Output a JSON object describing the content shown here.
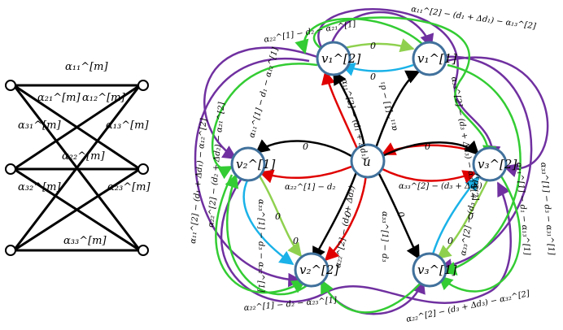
{
  "colors": {
    "black": "#000000",
    "red": "#e00000",
    "green": "#33cc33",
    "lightgreen": "#8fd14f",
    "blue": "#1ab2e8",
    "purple": "#7030a0",
    "node_stroke": "#41719c"
  },
  "bipartite": {
    "labels": {
      "a11": "α₁₁^[m]",
      "a21": "α₂₁^[m]",
      "a12": "α₁₂^[m]",
      "a31": "α₃₁^[m]",
      "a13": "α₁₃^[m]",
      "a22": "α₂₂^[m]",
      "a32": "α₃₂^[m]",
      "a23": "α₂₃^[m]",
      "a33": "α₃₃^[m]"
    }
  },
  "graph": {
    "nodes": {
      "u": "u",
      "v1_2": "v₁^[2]",
      "v1_1": "v₁^[1]",
      "v2_1": "v₂^[1]",
      "v3_2": "v₃^[2]",
      "v2_2": "v₂^[2]",
      "v3_1": "v₃^[1]"
    },
    "edge_labels": {
      "zero": "0",
      "top_green": "α₂₂^[1] − d₂ − α₂₁^[1]",
      "top_purple": "α₁₁^[2] − (d₁ + Δd₁) − α₁₃^[2]",
      "left_purple": "α₁₁^[2] − (d₁ + Δd₁) − α₁₂^[2]",
      "left_green": "α₂₂^[2] − (d₂ + Δd₂) − α₂₁^[2]",
      "left_inner": "α₁₁^[1] − d₁ − α₁₂^[1]",
      "u_v1_red": "α₁₁^[2] − (d₁ + Δd₁)",
      "u_v1_black": "α₁₁^[1] − d₁",
      "right_green": "α₃₃^[2] − (d₃ + Δd₃) − α₃₂^[2]",
      "right_inner": "α₁₁^[1] − d₁ − α₁₃^[1]",
      "right_purple": "α₃₃^[1] − d₃ − α₃₁^[1]",
      "u_v2_red": "α₂₂^[1] − d₂",
      "u_v3_red": "α₃₃^[2] − (d₃ + Δd₃)",
      "left_blue": "α₃₃^[1] − d₃ − α₃₂^[1]",
      "u_v2_red2": "α₂₂^[2] − (d₂ + Δd₂)",
      "u_v3_black": "α₃₃^[1] − d₃",
      "right_blue": "α₃₃^[2] − (d₃ + Δd₃)",
      "bottom_green": "α₂₂^[1] − d₂ − α₂₃^[1]",
      "bottom_purple": "α₂₂^[2] − (d₃ + Δd₃) − α₃₂^[2]"
    }
  }
}
